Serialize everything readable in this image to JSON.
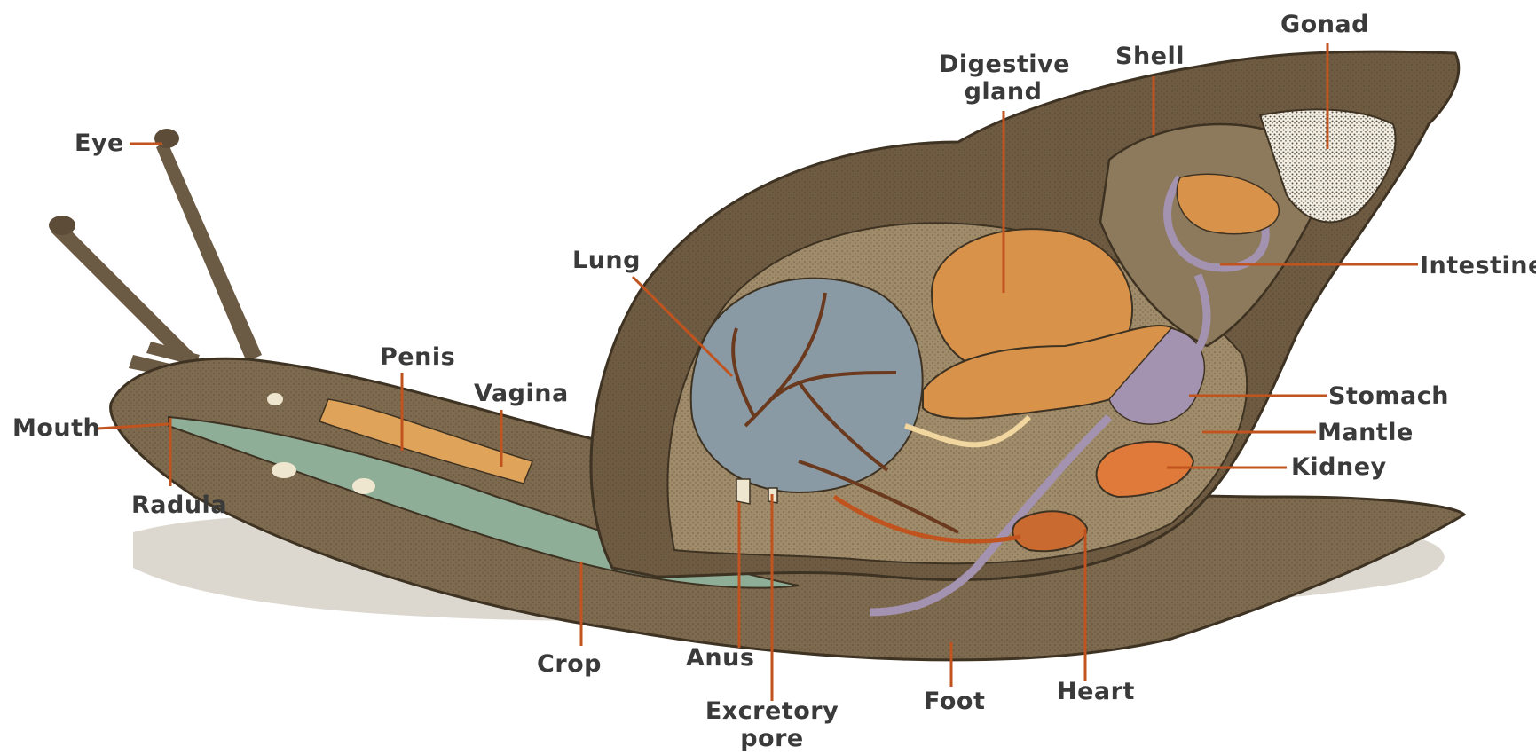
{
  "labels": {
    "eye": "Eye",
    "mouth": "Mouth",
    "radula": "Radula",
    "penis": "Penis",
    "vagina": "Vagina",
    "lung": "Lung",
    "digestive_gland_line1": "Digestive",
    "digestive_gland_line2": "gland",
    "shell": "Shell",
    "gonad": "Gonad",
    "intestine": "Intestine",
    "stomach": "Stomach",
    "mantle": "Mantle",
    "kidney": "Kidney",
    "heart": "Heart",
    "foot": "Foot",
    "excretory_pore_line1": "Excretory",
    "excretory_pore_line2": "pore",
    "anus": "Anus",
    "crop": "Crop"
  },
  "colors": {
    "leader_line": "#c0531e",
    "label_text": "#3a3a3a",
    "shell": "#6e5b42",
    "body": "#7d6a4f",
    "lung": "#8a9aa4",
    "digestive": "#d9924a",
    "crop": "#8fae98",
    "intestine": "#a392b0",
    "kidney": "#e07a3a"
  }
}
